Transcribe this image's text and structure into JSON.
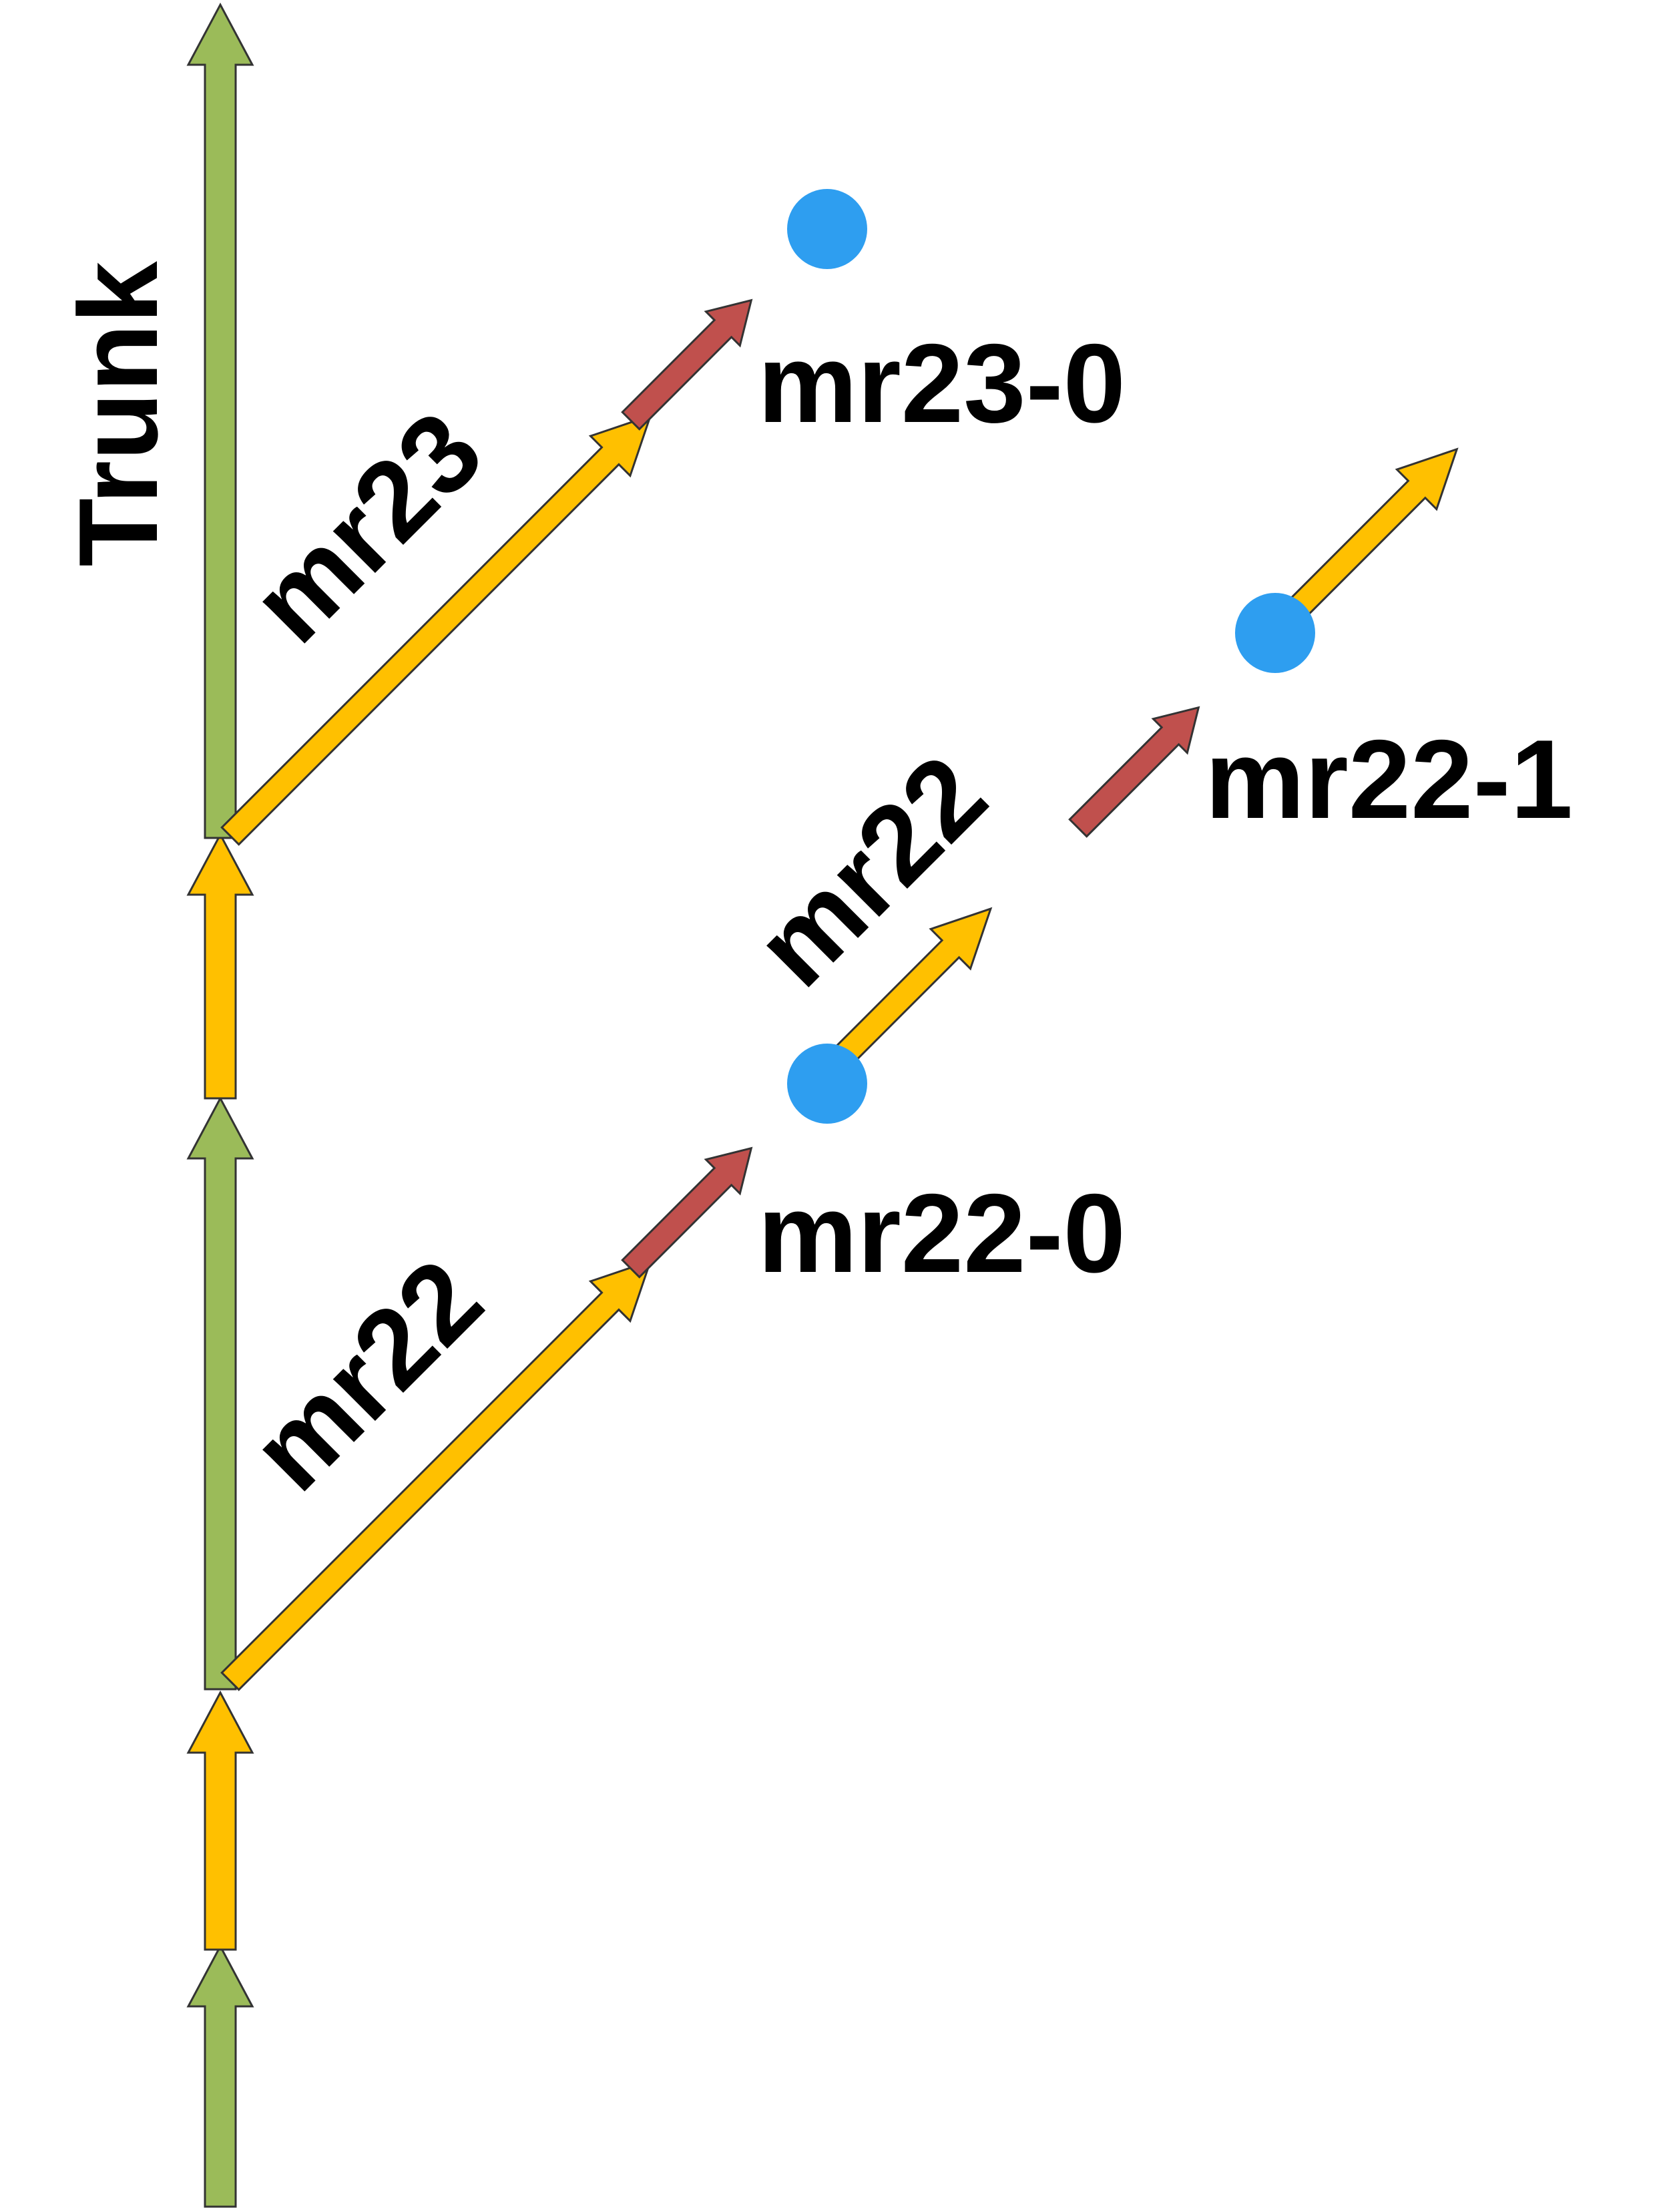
{
  "diagram": {
    "trunk_label": "Trunk",
    "branches": [
      {
        "label": "mr23"
      },
      {
        "label": "mr22"
      },
      {
        "label": "mr22"
      }
    ],
    "tags": [
      {
        "label": "mr23-0"
      },
      {
        "label": "mr22-0"
      },
      {
        "label": "mr22-1"
      }
    ],
    "colors": {
      "trunk_green": "#9bbb59",
      "branch_yellow": "#ffc000",
      "commit_red": "#c0504d",
      "tag_blue": "#2e9ef0",
      "outline": "#333333"
    }
  }
}
